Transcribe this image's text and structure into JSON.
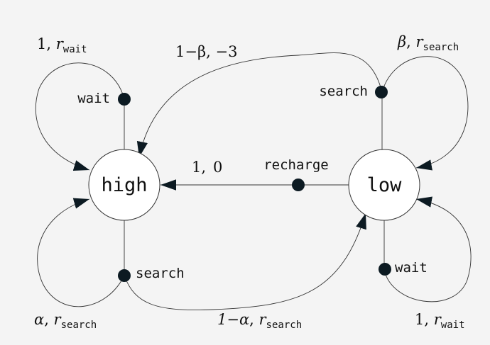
{
  "states": {
    "high": "high",
    "low": "low"
  },
  "actions": {
    "high_wait": "wait",
    "high_search": "search",
    "low_search": "search",
    "low_recharge": "recharge",
    "low_wait": "wait"
  },
  "transitions": {
    "high_wait_loop": {
      "prob": "1",
      "sep": ", ",
      "reward": "r",
      "reward_sub": "wait"
    },
    "low_search_to_high": {
      "prob": "1−β",
      "sep": ", ",
      "reward": "−3"
    },
    "low_search_loop": {
      "prob": "β",
      "sep": ", ",
      "reward": "r",
      "reward_sub": "search"
    },
    "recharge_to_high": {
      "prob": "1,",
      "reward": "0"
    },
    "high_search_loop": {
      "prob": "α",
      "sep": ", ",
      "reward": "r",
      "reward_sub": "search"
    },
    "high_search_to_low": {
      "prob": "1−α",
      "sep": ", ",
      "reward": "r",
      "reward_sub": "search"
    },
    "low_wait_loop": {
      "prob": "1",
      "sep": ", ",
      "reward": "r",
      "reward_sub": "wait"
    }
  }
}
